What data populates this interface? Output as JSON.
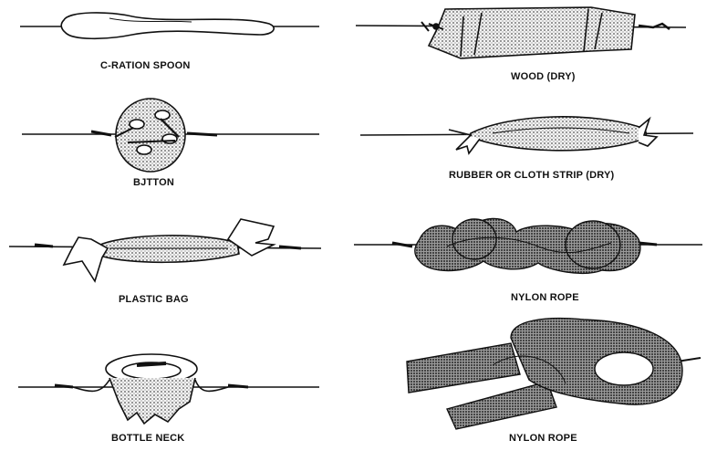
{
  "items": [
    {
      "id": "c-ration-spoon",
      "caption": "C-RATION SPOON"
    },
    {
      "id": "wood",
      "caption": "WOOD (DRY)"
    },
    {
      "id": "button",
      "caption": "BJTTON"
    },
    {
      "id": "rubber-strip",
      "caption": "RUBBER OR CLOTH STRIP (DRY)"
    },
    {
      "id": "plastic-bag",
      "caption": "PLASTIC BAG"
    },
    {
      "id": "nylon-rope-1",
      "caption": "NYLON ROPE"
    },
    {
      "id": "bottle-neck",
      "caption": "BOTTLE NECK"
    },
    {
      "id": "nylon-rope-2",
      "caption": "NYLON ROPE"
    }
  ]
}
